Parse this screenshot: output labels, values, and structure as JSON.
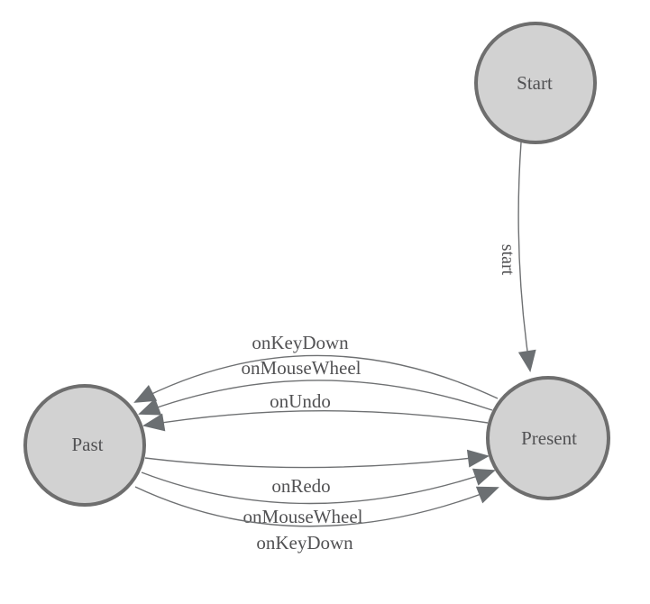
{
  "diagram": {
    "type": "state-machine",
    "nodes": [
      {
        "id": "start",
        "label": "Start"
      },
      {
        "id": "past",
        "label": "Past"
      },
      {
        "id": "present",
        "label": "Present"
      }
    ],
    "edges": [
      {
        "label": "start",
        "from": "Start",
        "to": "Present"
      },
      {
        "label": "onKeyDown",
        "from": "Present",
        "to": "Past"
      },
      {
        "label": "onMouseWheel",
        "from": "Present",
        "to": "Past"
      },
      {
        "label": "onUndo",
        "from": "Present",
        "to": "Past"
      },
      {
        "label": "onRedo",
        "from": "Past",
        "to": "Present"
      },
      {
        "label": "onMouseWheel",
        "from": "Past",
        "to": "Present"
      },
      {
        "label": "onKeyDown",
        "from": "Past",
        "to": "Present"
      }
    ]
  },
  "colors": {
    "background": "#ffffff",
    "node_fill": "#d2d2d2",
    "node_border": "#6e6e6e",
    "edge_line": "#6e7072",
    "arrow": "#6b6f72",
    "label_text": "#525254"
  }
}
